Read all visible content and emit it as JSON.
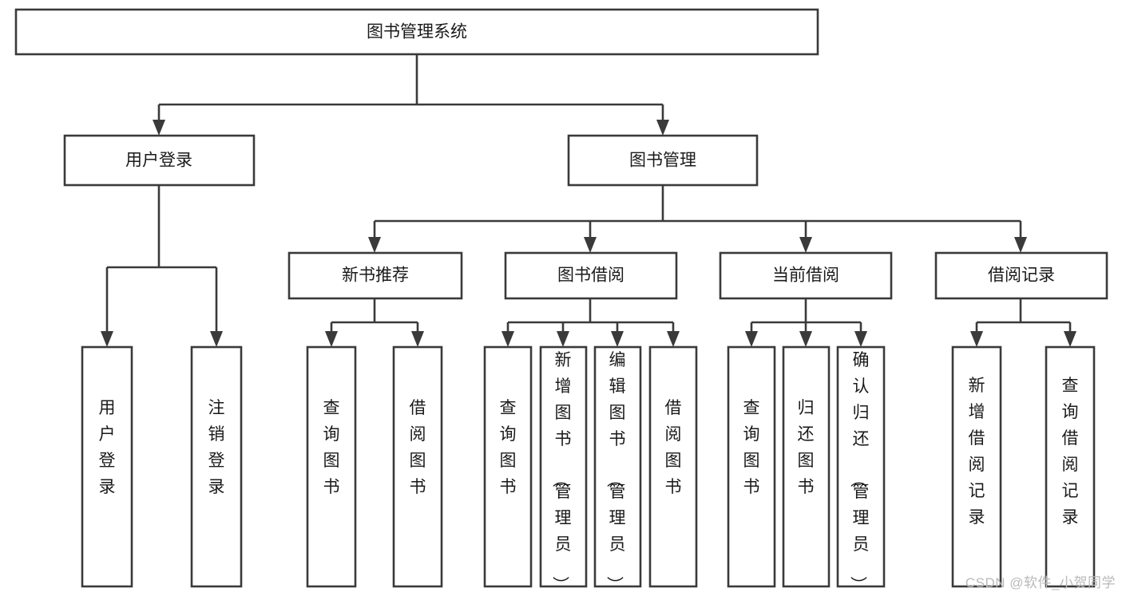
{
  "diagram": {
    "type": "tree",
    "title": "图书管理系统",
    "watermark": "CSDN @软件_小贺同学",
    "background_color": "#ffffff",
    "line_color": "#3a3a3a",
    "text_color": "#1a1a1a",
    "levels": 4,
    "root": {
      "id": "root",
      "label": "图书管理系统",
      "orientation": "horizontal"
    },
    "level2": [
      {
        "id": "user-login",
        "label": "用户登录",
        "orientation": "horizontal"
      },
      {
        "id": "book-manage",
        "label": "图书管理",
        "orientation": "horizontal"
      }
    ],
    "level3": [
      {
        "id": "new-book-rec",
        "label": "新书推荐",
        "orientation": "horizontal",
        "parent": "book-manage"
      },
      {
        "id": "book-borrow",
        "label": "图书借阅",
        "orientation": "horizontal",
        "parent": "book-manage"
      },
      {
        "id": "current-borrow",
        "label": "当前借阅",
        "orientation": "horizontal",
        "parent": "book-manage"
      },
      {
        "id": "borrow-record",
        "label": "借阅记录",
        "orientation": "horizontal",
        "parent": "book-manage"
      }
    ],
    "leaves": [
      {
        "id": "leaf-user-login",
        "label": "用户登录",
        "orientation": "vertical",
        "parent": "user-login"
      },
      {
        "id": "leaf-logout",
        "label": "注销登录",
        "orientation": "vertical",
        "parent": "user-login"
      },
      {
        "id": "leaf-query-book-1",
        "label": "查询图书",
        "orientation": "vertical",
        "parent": "new-book-rec"
      },
      {
        "id": "leaf-borrow-book-1",
        "label": "借阅图书",
        "orientation": "vertical",
        "parent": "new-book-rec"
      },
      {
        "id": "leaf-query-book-2",
        "label": "查询图书",
        "orientation": "vertical",
        "parent": "book-borrow"
      },
      {
        "id": "leaf-add-book",
        "label": "新增图书（管理员）",
        "orientation": "vertical",
        "parent": "book-borrow"
      },
      {
        "id": "leaf-edit-book",
        "label": "编辑图书（管理员）",
        "orientation": "vertical",
        "parent": "book-borrow"
      },
      {
        "id": "leaf-borrow-book-2",
        "label": "借阅图书",
        "orientation": "vertical",
        "parent": "book-borrow"
      },
      {
        "id": "leaf-query-book-3",
        "label": "查询图书",
        "orientation": "vertical",
        "parent": "current-borrow"
      },
      {
        "id": "leaf-return-book",
        "label": "归还图书",
        "orientation": "vertical",
        "parent": "current-borrow"
      },
      {
        "id": "leaf-confirm-return",
        "label": "确认归还（管理员）",
        "orientation": "vertical",
        "parent": "current-borrow"
      },
      {
        "id": "leaf-add-record",
        "label": "新增借阅记录",
        "orientation": "vertical",
        "parent": "borrow-record"
      },
      {
        "id": "leaf-query-record",
        "label": "查询借阅记录",
        "orientation": "vertical",
        "parent": "borrow-record"
      }
    ]
  }
}
